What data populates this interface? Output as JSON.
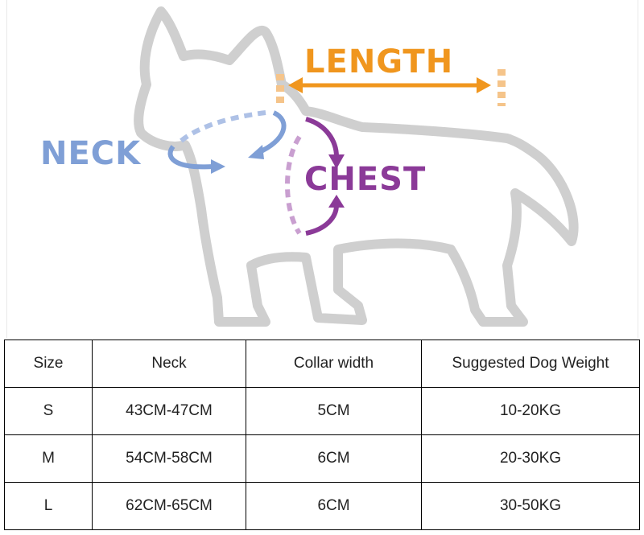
{
  "diagram": {
    "labels": {
      "length": "LENGTH",
      "neck": "NECK",
      "chest": "CHEST"
    },
    "colors": {
      "length": "#f0961e",
      "neck": "#7f9fd6",
      "chest": "#8b3a98",
      "dog_outline": "#cfcfcf"
    }
  },
  "table": {
    "headers": [
      "Size",
      "Neck",
      "Collar width",
      "Suggested Dog Weight"
    ],
    "rows": [
      [
        "S",
        "43CM-47CM",
        "5CM",
        "10-20KG"
      ],
      [
        "M",
        "54CM-58CM",
        "6CM",
        "20-30KG"
      ],
      [
        "L",
        "62CM-65CM",
        "6CM",
        "30-50KG"
      ]
    ]
  }
}
